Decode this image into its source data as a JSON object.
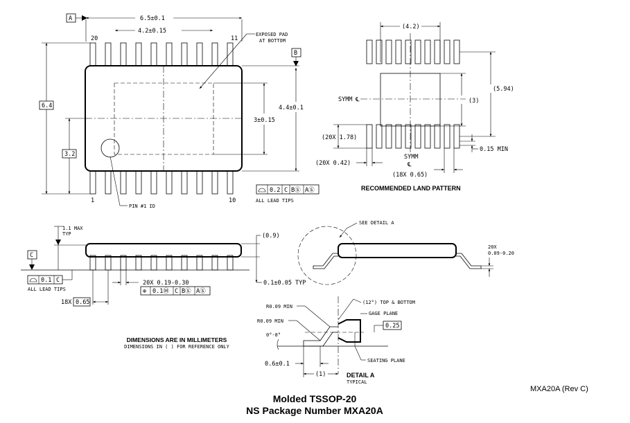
{
  "datums": {
    "a": "A",
    "b": "B",
    "c": "C"
  },
  "top_view": {
    "width_overall": "6.5±0.1",
    "pad_width": "4.2±0.15",
    "pin_20": "20",
    "pin_11": "11",
    "pin_1": "1",
    "pin_10": "10",
    "exposed_pad_1": "EXPOSED PAD",
    "exposed_pad_2": "AT BOTTOM",
    "height_box": "6.4",
    "body_height": "4.4±0.1",
    "pad_height": "3±0.15",
    "pin1_box": "3.2",
    "pin1_id": "PIN #1 ID",
    "fcf_tol": "0.2",
    "fcf_c": "C",
    "fcf_b": "BⓈ",
    "fcf_a": "AⓈ",
    "all_lead_tips": "ALL LEAD TIPS"
  },
  "land_pattern": {
    "width_ref": "(4.2)",
    "length_ref": "(5.94)",
    "pad_ref": "(3)",
    "symm_1": "SYMM",
    "symm_2": "SYMM",
    "centerline": "℄",
    "pad_len": "(20X 1.78)",
    "pad_w": "(20X 0.42)",
    "pitch": "(18X 0.65)",
    "min_space": "0.15 MIN",
    "title": "RECOMMENDED LAND PATTERN"
  },
  "side_view": {
    "max_height_1": "1.1 MAX",
    "max_height_2": "TYP",
    "thickness_ref": "(0.9)",
    "standoff": "0.1±0.05 TYP",
    "flat_tol": "0.1",
    "flat_c": "C",
    "all_lead_tips": "ALL LEAD TIPS",
    "lead_width": "20X 0.19-0.30",
    "pos_sym": "⊕",
    "pos_tol": "0.1Ⓜ",
    "pos_c": "C",
    "pos_b": "BⓈ",
    "pos_a": "AⓈ",
    "pitch_prefix": "18X",
    "pitch": "0.65"
  },
  "end_view": {
    "see_detail": "SEE DETAIL A",
    "lead_thickness_1": "20X",
    "lead_thickness_2": "0.09-0.20"
  },
  "detail_a": {
    "angle_ref": "(12°) TOP & BOTTOM",
    "r_min_1": "R0.09 MIN",
    "r_min_2": "R0.09 MIN",
    "gage_plane": "GAGE PLANE",
    "gage": "0.25",
    "angle": "0°-8°",
    "foot_len": "0.6±0.1",
    "seating_plane": "SEATING PLANE",
    "foot_ref": "(1)",
    "title": "DETAIL A",
    "subtitle": "TYPICAL"
  },
  "notes": {
    "dims_1": "DIMENSIONS ARE IN MILLIMETERS",
    "dims_2": "DIMENSIONS IN ( ) FOR REFERENCE ONLY"
  },
  "footer": {
    "revision": "MXA20A (Rev C)",
    "title_1": "Molded TSSOP-20",
    "title_2": "NS Package Number MXA20A"
  }
}
